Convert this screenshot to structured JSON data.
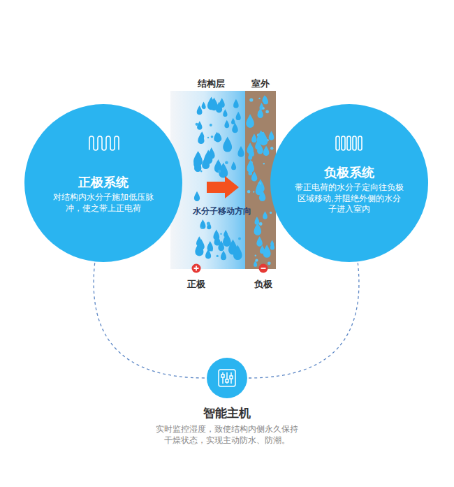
{
  "diagram": {
    "nodes": [
      {
        "text": [
          "正极系统",
          "对结构内水分子施加低压脉冲，使之带上正电荷"
        ]
      },
      {
        "text": [
          "负极系统",
          "带正电荷的水分子定向往负极区域移动,并阻绝外侧的水分子进入室内"
        ]
      },
      {
        "text": [
          "智能主机",
          "实时监控湿度，致使结构内侧永久保持干燥状态，实现主动防水、防潮。"
        ]
      }
    ],
    "edges": [
      {
        "from": 0,
        "to": 2,
        "arrow": "none"
      },
      {
        "from": 2,
        "to": 1,
        "arrow": "none"
      }
    ],
    "labels": [
      "结构层",
      "室外",
      "水分子移动方向",
      "正极",
      "负极"
    ]
  }
}
